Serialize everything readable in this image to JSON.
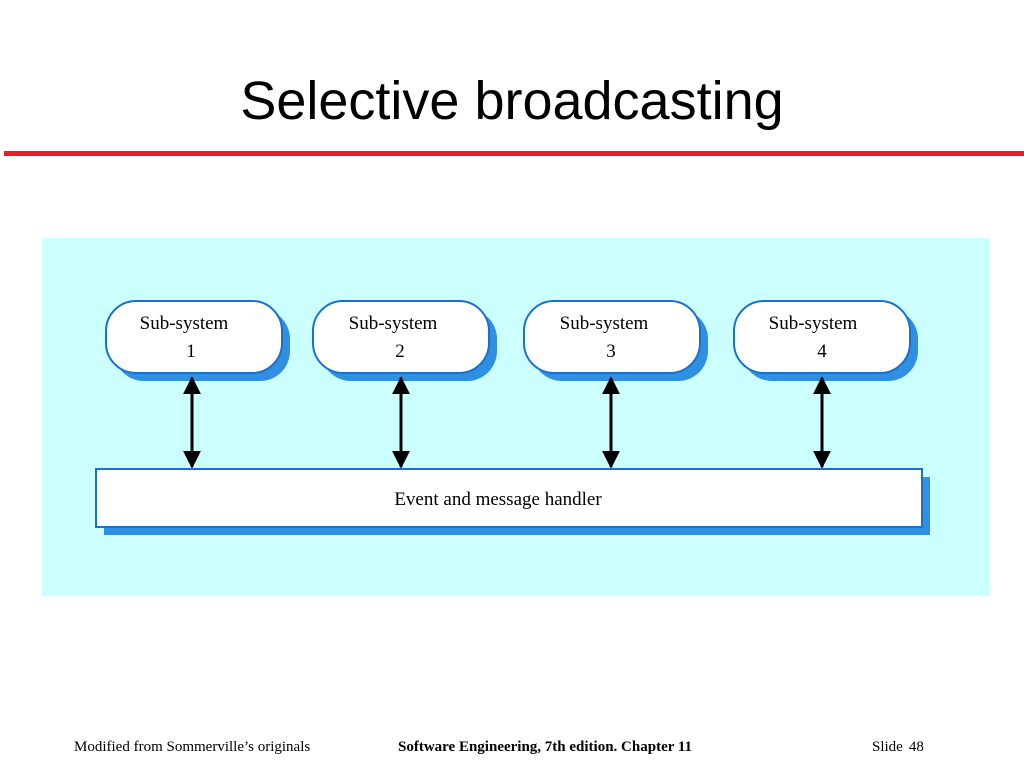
{
  "slide": {
    "title": "Selective broadcasting"
  },
  "diagram": {
    "subsystems": [
      {
        "line1": "Sub-system",
        "line2": "1"
      },
      {
        "line1": "Sub-system",
        "line2": "2"
      },
      {
        "line1": "Sub-system",
        "line2": "3"
      },
      {
        "line1": "Sub-system",
        "line2": "4"
      }
    ],
    "handler_label": "Event and message handler",
    "colors": {
      "panel": "#ccffff",
      "shadow": "#2f8fe0",
      "border": "#1a6fd0",
      "node_fill": "#ffffff",
      "arrow": "#000000"
    }
  },
  "footer": {
    "left": "Modified from Sommerville’s originals",
    "center": "Software Engineering, 7th edition. Chapter 11",
    "slide_label": "Slide",
    "slide_number": "48"
  },
  "accent": {
    "title_rule": "#e8202a"
  }
}
